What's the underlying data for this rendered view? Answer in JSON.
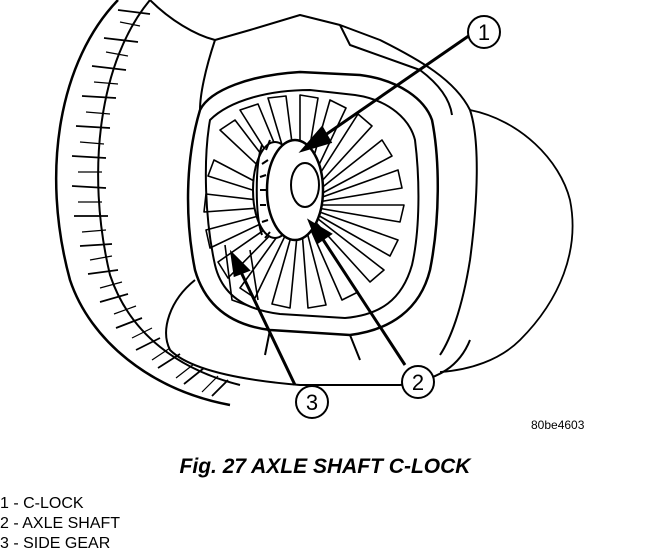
{
  "figure": {
    "callouts": [
      "1",
      "2",
      "3"
    ],
    "code": "80be4603",
    "caption": "Fig. 27 AXLE SHAFT C-LOCK"
  },
  "legend": [
    {
      "text": "1 - C-LOCK"
    },
    {
      "text": "2 - AXLE SHAFT"
    },
    {
      "text": "3 - SIDE GEAR"
    }
  ]
}
